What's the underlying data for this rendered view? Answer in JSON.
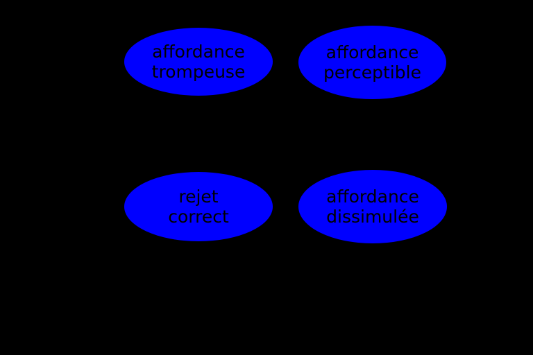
{
  "diagram": {
    "background_color": "#000000",
    "node_fill_color": "#0000FF",
    "node_text_color": "#000000",
    "nodes": [
      {
        "id": "affordance-trompeuse",
        "position": "top-left",
        "line1": "affordance",
        "line2": "trompeuse"
      },
      {
        "id": "affordance-perceptible",
        "position": "top-right",
        "line1": "affordance",
        "line2": "perceptible"
      },
      {
        "id": "rejet-correct",
        "position": "bottom-left",
        "line1": "rejet",
        "line2": "correct"
      },
      {
        "id": "affordance-dissimulee",
        "position": "bottom-right",
        "line1": "affordance",
        "line2": "dissimulée"
      }
    ]
  }
}
